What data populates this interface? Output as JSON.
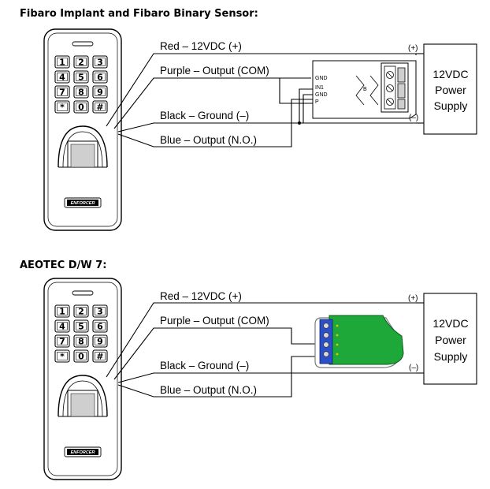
{
  "sections": [
    {
      "title": "Fibaro Implant and Fibaro Binary Sensor:",
      "wires": {
        "red": "Red – 12VDC (+)",
        "purple": "Purple – Output (COM)",
        "black": "Black – Ground (–)",
        "blue": "Blue – Output (N.O.)"
      },
      "psu": {
        "line1": "12VDC",
        "line2": "Power",
        "line3": "Supply",
        "plus": "(+)",
        "minus": "(–)"
      },
      "module": {
        "pins": [
          "GND",
          "IN1",
          "GND",
          "P"
        ],
        "mark": "B"
      }
    },
    {
      "title": "AEOTEC D/W 7:",
      "wires": {
        "red": "Red – 12VDC (+)",
        "purple": "Purple – Output (COM)",
        "black": "Black – Ground (–)",
        "blue": "Blue – Output (N.O.)"
      },
      "psu": {
        "line1": "12VDC",
        "line2": "Power",
        "line3": "Supply",
        "plus": "(+)",
        "minus": "(–)"
      }
    }
  ],
  "keypad": {
    "keys": [
      "1",
      "2",
      "3",
      "4",
      "5",
      "6",
      "7",
      "8",
      "9",
      "*",
      "0",
      "#"
    ],
    "brand": "ENFORCER"
  },
  "colors": {
    "board_green": "#1fa83a",
    "line": "#000000"
  }
}
